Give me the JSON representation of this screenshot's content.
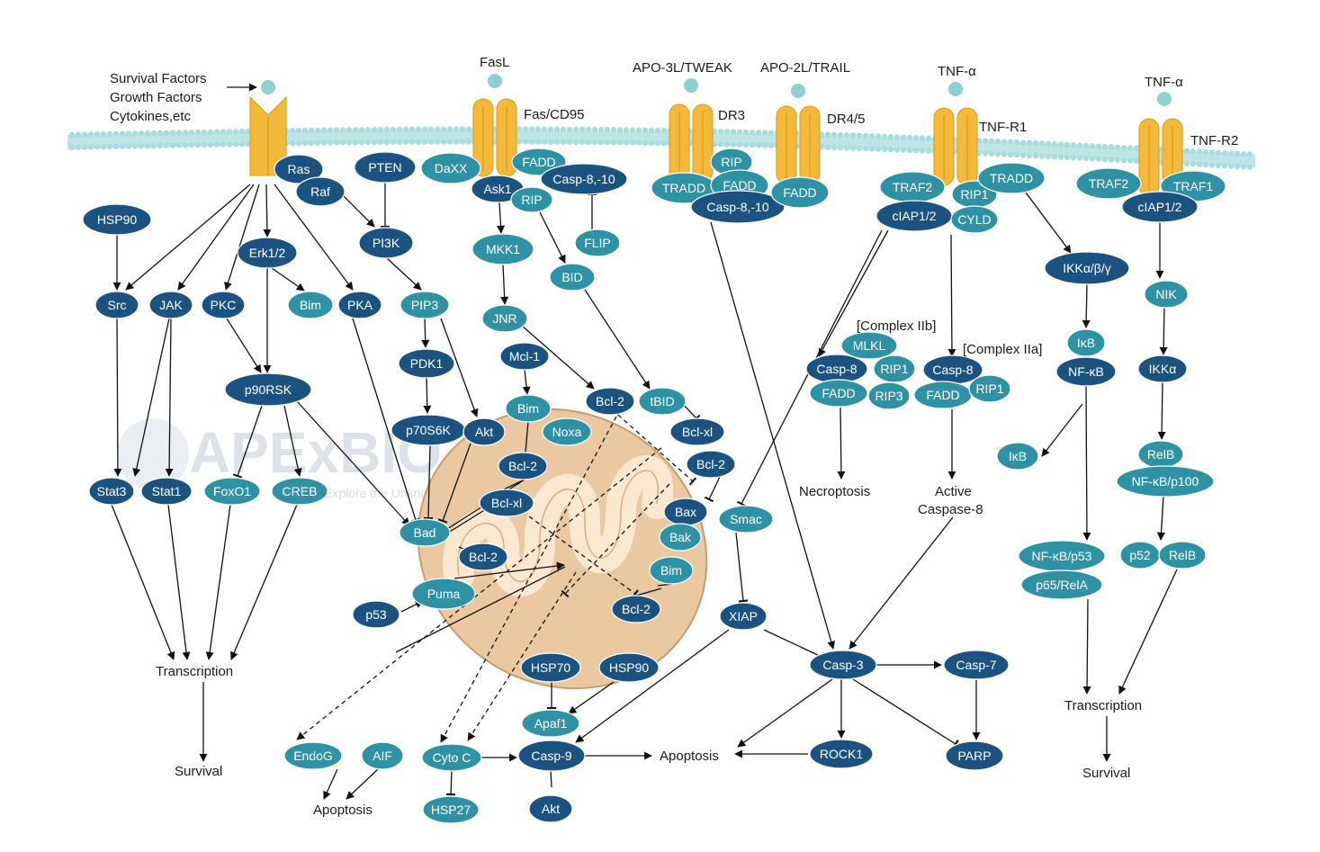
{
  "watermark": {
    "brand": "APExBIO",
    "tagline": "Explore the Unknown"
  },
  "colors": {
    "dark": "#1b5280",
    "teal": "#2e91a4",
    "receptor": "#f5b93a",
    "ligand": "#8fd0d0",
    "membrane": "#bfe6e6",
    "mito_outer": "#e8c6a0",
    "mito_inner": "#f9e6cc"
  },
  "labels": {
    "survival_factors": "Survival Factors",
    "growth_factors": "Growth Factors",
    "cytokines": "Cytokines,etc",
    "fasl": "FasL",
    "fas_cd95": "Fas/CD95",
    "apo3l": "APO-3L/TWEAK",
    "dr3": "DR3",
    "apo2l": "APO-2L/TRAIL",
    "dr45": "DR4/5",
    "tnfa1": "TNF-α",
    "tnfr1": "TNF-R1",
    "tnfa2": "TNF-α",
    "tnfr2": "TNF-R2",
    "transcription_left": "Transcription",
    "survival_left": "Survival",
    "apoptosis_bottom_left": "Apoptosis",
    "apoptosis_center": "Apoptosis",
    "necroptosis": "Necroptosis",
    "active_casp8_line1": "Active",
    "active_casp8_line2": "Caspase-8",
    "complex_iib": "[Complex IIb]",
    "complex_iia": "[Complex IIa]",
    "transcription_right": "Transcription",
    "survival_right": "Survival"
  },
  "nodes": {
    "ras": "Ras",
    "raf": "Raf",
    "pten": "PTEN",
    "daxx": "DaXX",
    "fadd_fas": "FADD",
    "casp810_fas": "Casp-8,-10",
    "ask1": "Ask1",
    "rip_fas": "RIP",
    "rip_dr3": "RIP",
    "tradd_dr3": "TRADD",
    "fadd_dr3": "FADD",
    "casp810_dr": "Casp-8,-10",
    "fadd_dr45": "FADD",
    "traf2_r1": "TRAF2",
    "rip1_r1": "RIP1",
    "tradd_r1": "TRADD",
    "ciap_r1": "cIAP1/2",
    "cyld": "CYLD",
    "traf2_r2": "TRAF2",
    "traf1_r2": "TRAF1",
    "ciap_r2": "cIAP1/2",
    "hsp90_top": "HSP90",
    "erk": "Erk1/2",
    "pi3k": "PI3K",
    "mkk1": "MKK1",
    "flip": "FLIP",
    "bid": "BID",
    "ikk_abg": "IKKα/β/γ",
    "nik": "NIK",
    "src": "Src",
    "jak": "JAK",
    "pkc": "PKC",
    "bim_erk": "Bim",
    "pka": "PKA",
    "pip3": "PIP3",
    "jnr": "JNR",
    "pdk1": "PDK1",
    "p90rsk": "p90RSK",
    "p70s6k": "p70S6K",
    "akt_pi3": "Akt",
    "mcl1": "Mcl-1",
    "bim_mcl": "Bim",
    "noxa": "Noxa",
    "bcl2_a": "Bcl-2",
    "tbid": "tBID",
    "bclxl_a": "Bcl-xl",
    "bcl2_b": "Bcl-2",
    "bclxl_b": "Bcl-xl",
    "bcl2_c": "Bcl-2",
    "bax": "Bax",
    "bak": "Bak",
    "bim_c": "Bim",
    "bcl2_d": "Bcl-2",
    "bcl2_e": "Bcl-2",
    "bad": "Bad",
    "puma": "Puma",
    "p53": "p53",
    "stat3": "Stat3",
    "stat1": "Stat1",
    "foxo1": "FoxO1",
    "creb": "CREB",
    "mlkl": "MLKL",
    "casp8_iib": "Casp-8",
    "rip1_iib": "RIP1",
    "fadd_iib": "FADD",
    "rip3": "RIP3",
    "casp8_iia": "Casp-8",
    "fadd_iia": "FADD",
    "rip1_iia": "RIP1",
    "ikb_top": "IκB",
    "nfkb": "NF-κB",
    "ikb_side": "IκB",
    "ikka": "IKKα",
    "relb_top": "RelB",
    "nfkb_p100": "NF-κB/p100",
    "nfkb_p53": "NF-κB/p53",
    "p65rela": "p65/RelA",
    "p52": "p52",
    "relb_bottom": "RelB",
    "smac": "Smac",
    "xiap": "XIAP",
    "casp3": "Casp-3",
    "casp7": "Casp-7",
    "rock1": "ROCK1",
    "parp": "PARP",
    "hsp70": "HSP70",
    "hsp90_bottom": "HSP90",
    "apaf1": "Apaf1",
    "casp9": "Casp-9",
    "cytoc": "Cyto C",
    "hsp27": "HSP27",
    "akt_bottom": "Akt",
    "endog": "EndoG",
    "aif": "AIF"
  }
}
